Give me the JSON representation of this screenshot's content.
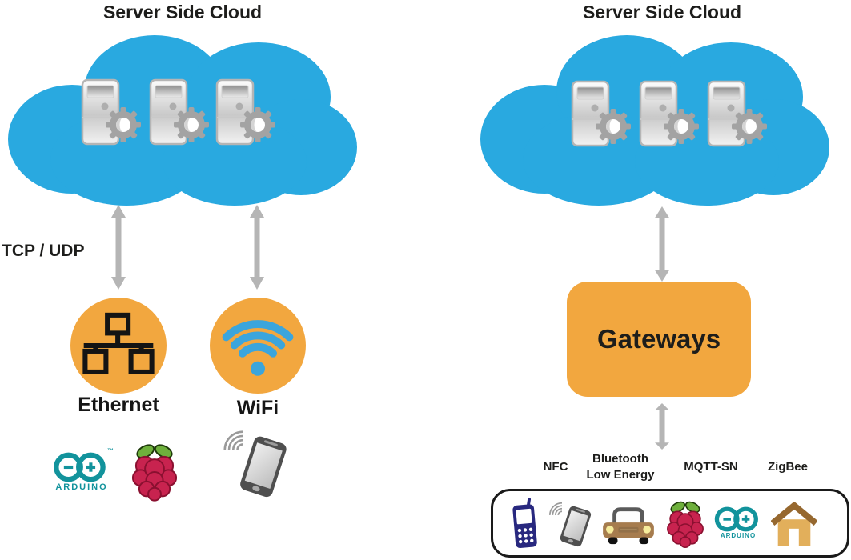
{
  "left": {
    "title": "Server Side Cloud",
    "transport_label": "TCP / UDP",
    "ethernet_label": "Ethernet",
    "wifi_label": "WiFi",
    "device_icons": [
      "arduino-icon",
      "raspberry-pi-icon",
      "smartphone-icon"
    ]
  },
  "right": {
    "title": "Server Side Cloud",
    "gateways_label": "Gateways",
    "protocols": [
      {
        "label": "NFC"
      },
      {
        "label": "Bluetooth\nLow Energy"
      },
      {
        "label": "MQTT-SN"
      },
      {
        "label": "ZigBee"
      }
    ],
    "device_icons": [
      "feature-phone-icon",
      "smartphone-icon",
      "car-icon",
      "raspberry-pi-icon",
      "arduino-icon",
      "smart-home-icon"
    ]
  },
  "logos": {
    "arduino_text": "ARDUINO",
    "arduino_tm": "™"
  },
  "colors": {
    "cloud_blue": "#29A9E0",
    "accent_orange": "#F2A73F",
    "wifi_blue": "#3BA5DC",
    "arrow_gray": "#B5B5B5",
    "arduino_teal": "#12939C",
    "raspberry_crimson": "#C8234F",
    "text_dark": "#1D1D1B"
  }
}
